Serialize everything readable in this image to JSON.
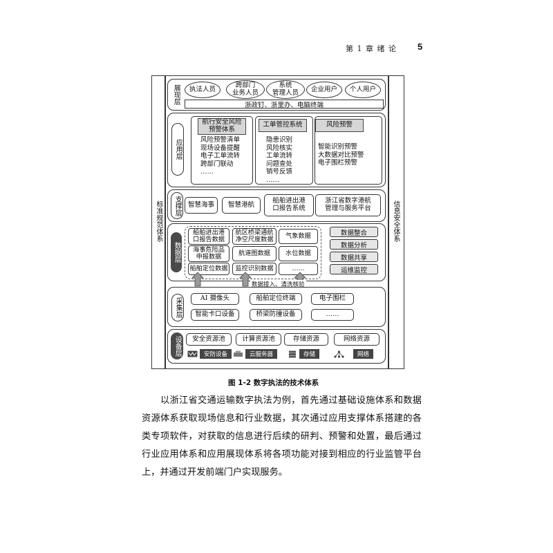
{
  "header": {
    "chapter": "第 1 章   绪   论",
    "page": "5"
  },
  "side_left": "标准规范体系",
  "side_right": "信息安全体系",
  "layers": {
    "presentation": {
      "label": "展现层",
      "users": [
        "执法人员",
        "跨部门\n业务人员",
        "系统\n管理人员",
        "企业用户",
        "个人用户"
      ],
      "terminals": "浙政钉、浙里办、电脑终端"
    },
    "application": {
      "label": "应用层",
      "systems": [
        {
          "title": "航行安全风险\n预警体系",
          "items": "风险预警清单\n现场设备提醒\n电子工单流转\n跨部门联动\n……"
        },
        {
          "title": "工单管控系统",
          "items": "隐患识别\n风险核实\n工单流转\n问题查处\n销号反馈\n……"
        },
        {
          "title": "风险预警",
          "items": "智能识别预警\n大数据对比预警\n电子围栏预警"
        }
      ]
    },
    "support": {
      "label": "支撑层",
      "items": [
        "智慧海事",
        "智慧港航",
        "船舶进出港\n口报告系统",
        "浙江省数字港航\n管理与服务平台"
      ]
    },
    "data": {
      "label": "数据层",
      "grid": [
        "船舶进出港\n口报告数据",
        "航区桥梁通航\n净空尺度数据",
        "气象数据",
        "海事危险品\n申报数据",
        "航道图数据",
        "水位数据",
        "船舶定位数据",
        "监控识别数据",
        "……"
      ],
      "services": [
        "数据整合",
        "数据分析",
        "数据共享",
        "运维监控"
      ],
      "ingest_label": "数据接入、清洗核验"
    },
    "collection": {
      "label": "采集层",
      "row1": [
        "AI 摄像头",
        "船舶定位终端",
        "电子围栏"
      ],
      "row2": [
        "智能卡口设备",
        "桥梁防撞设备",
        "……"
      ]
    },
    "infrastructure": {
      "label": "设备层",
      "pools": [
        "安全资源池",
        "计算资源池",
        "存储资源",
        "网络资源"
      ],
      "resources": [
        {
          "icon": "camera-icon",
          "label": "安防设备"
        },
        {
          "icon": "server-icon",
          "label": "云服务器"
        },
        {
          "icon": "storage-icon",
          "label": "存储"
        },
        {
          "icon": "network-icon",
          "label": "网络"
        }
      ]
    }
  },
  "caption": "图 1-2    数字执法的技术体系",
  "paragraph": "以浙江省交通运输数字执法为例，首先通过基础设施体系和数据资源体系获取现场信息和行业数据，其次通过应用支撑体系搭建的各类专项软件，对获取的信息进行后续的研判、预警和处置，最后通过行业应用体系和应用展现体系将各项功能对接到相应的行业监管平台上，并通过开发前端门户实现服务。"
}
